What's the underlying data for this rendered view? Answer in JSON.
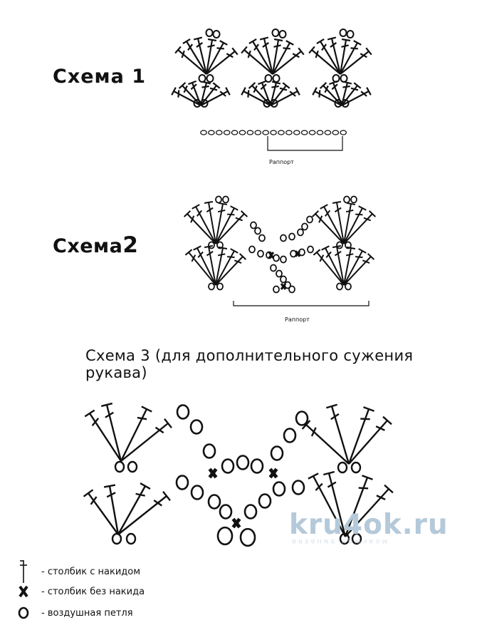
{
  "scheme1": {
    "title": "Схема 1",
    "rapport": "Раппорт"
  },
  "scheme2": {
    "title_prefix": "Схема",
    "title_number": "2",
    "rapport": "Раппорт"
  },
  "scheme3": {
    "title": "Схема 3 (для дополнительного сужения рукава)"
  },
  "watermark": {
    "site": "kru4ok.ru",
    "sub": "вязание крючком"
  },
  "legend": [
    {
      "symbol": "double-crochet-icon",
      "text": "- столбик с накидом"
    },
    {
      "symbol": "single-crochet-icon",
      "text": "- столбик без накида"
    },
    {
      "symbol": "chain-loop-icon",
      "text": "- воздушная петля"
    }
  ]
}
